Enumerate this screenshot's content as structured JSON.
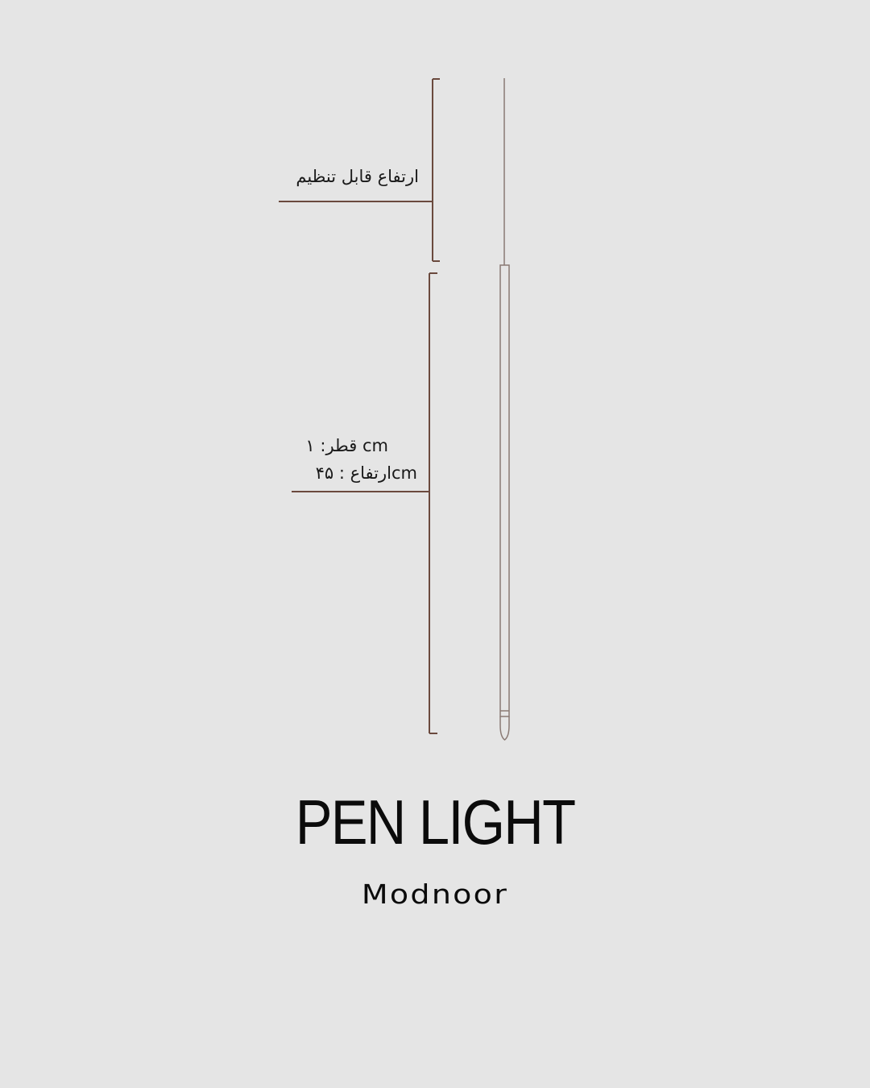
{
  "labels": {
    "adjustable_height": "ارتفاع قابل تنظیم",
    "diameter": "قطر: ۱ cm",
    "height": "ارتفاع :  ۴۵cm"
  },
  "product": {
    "title": "PEN LIGHT",
    "brand": "Modnoor"
  },
  "colors": {
    "background": "#e5e5e5",
    "dimension_line": "#6b4a3e",
    "product_outline": "#8a7a74",
    "text": "#0b0b0b"
  }
}
